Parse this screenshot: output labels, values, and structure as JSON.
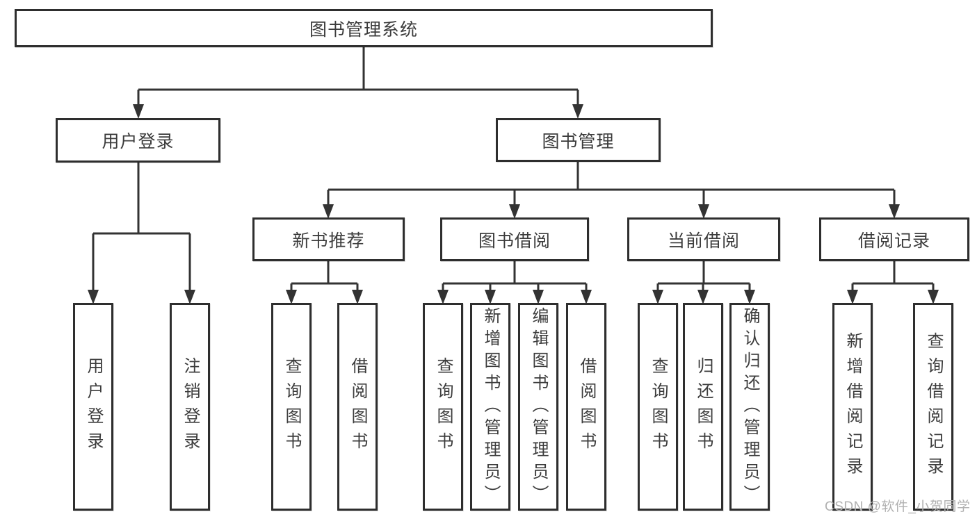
{
  "diagram": {
    "root": {
      "label": "图书管理系统"
    },
    "branches": [
      {
        "label": "用户登录",
        "children": [
          {
            "label": "用户登录"
          },
          {
            "label": "注销登录"
          }
        ]
      },
      {
        "label": "图书管理",
        "children": [
          {
            "label": "新书推荐",
            "children": [
              {
                "label": "查询图书"
              },
              {
                "label": "借阅图书"
              }
            ]
          },
          {
            "label": "图书借阅",
            "children": [
              {
                "label": "查询图书"
              },
              {
                "label": "新增图书（管理员）"
              },
              {
                "label": "编辑图书（管理员）"
              },
              {
                "label": "借阅图书"
              }
            ]
          },
          {
            "label": "当前借阅",
            "children": [
              {
                "label": "查询图书"
              },
              {
                "label": "归还图书"
              },
              {
                "label": "确认归还（管理员）"
              }
            ]
          },
          {
            "label": "借阅记录",
            "children": [
              {
                "label": "新增借阅记录"
              },
              {
                "label": "查询借阅记录"
              }
            ]
          }
        ]
      }
    ]
  },
  "watermark": {
    "text": "CSDN @软件_小贺同学",
    "color": "#b0b0b0"
  },
  "colors": {
    "line": "#333333",
    "box_border": "#2e2e2e",
    "box_fill": "#ffffff",
    "text": "#3c3c3c",
    "background": "#ffffff"
  }
}
